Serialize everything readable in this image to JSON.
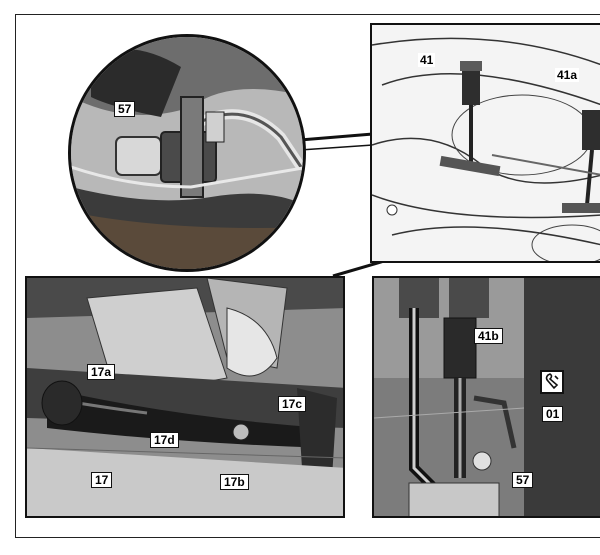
{
  "callouts": {
    "detail_circle": "57",
    "engine_left": "41",
    "engine_right": "41a",
    "arm_a": "17a",
    "arm_d": "17d",
    "arm": "17",
    "arm_b": "17b",
    "arm_c": "17c",
    "tool_b": "41b",
    "holder": "01",
    "nut": "57"
  },
  "icons": {
    "tool_symbol": "wrench-symbol-icon"
  },
  "colors": {
    "ink": "#111111",
    "photo_dark": "#3a3a3a",
    "photo_mid": "#8a8a8a",
    "photo_light": "#d6d6d6",
    "paper": "#ffffff"
  }
}
